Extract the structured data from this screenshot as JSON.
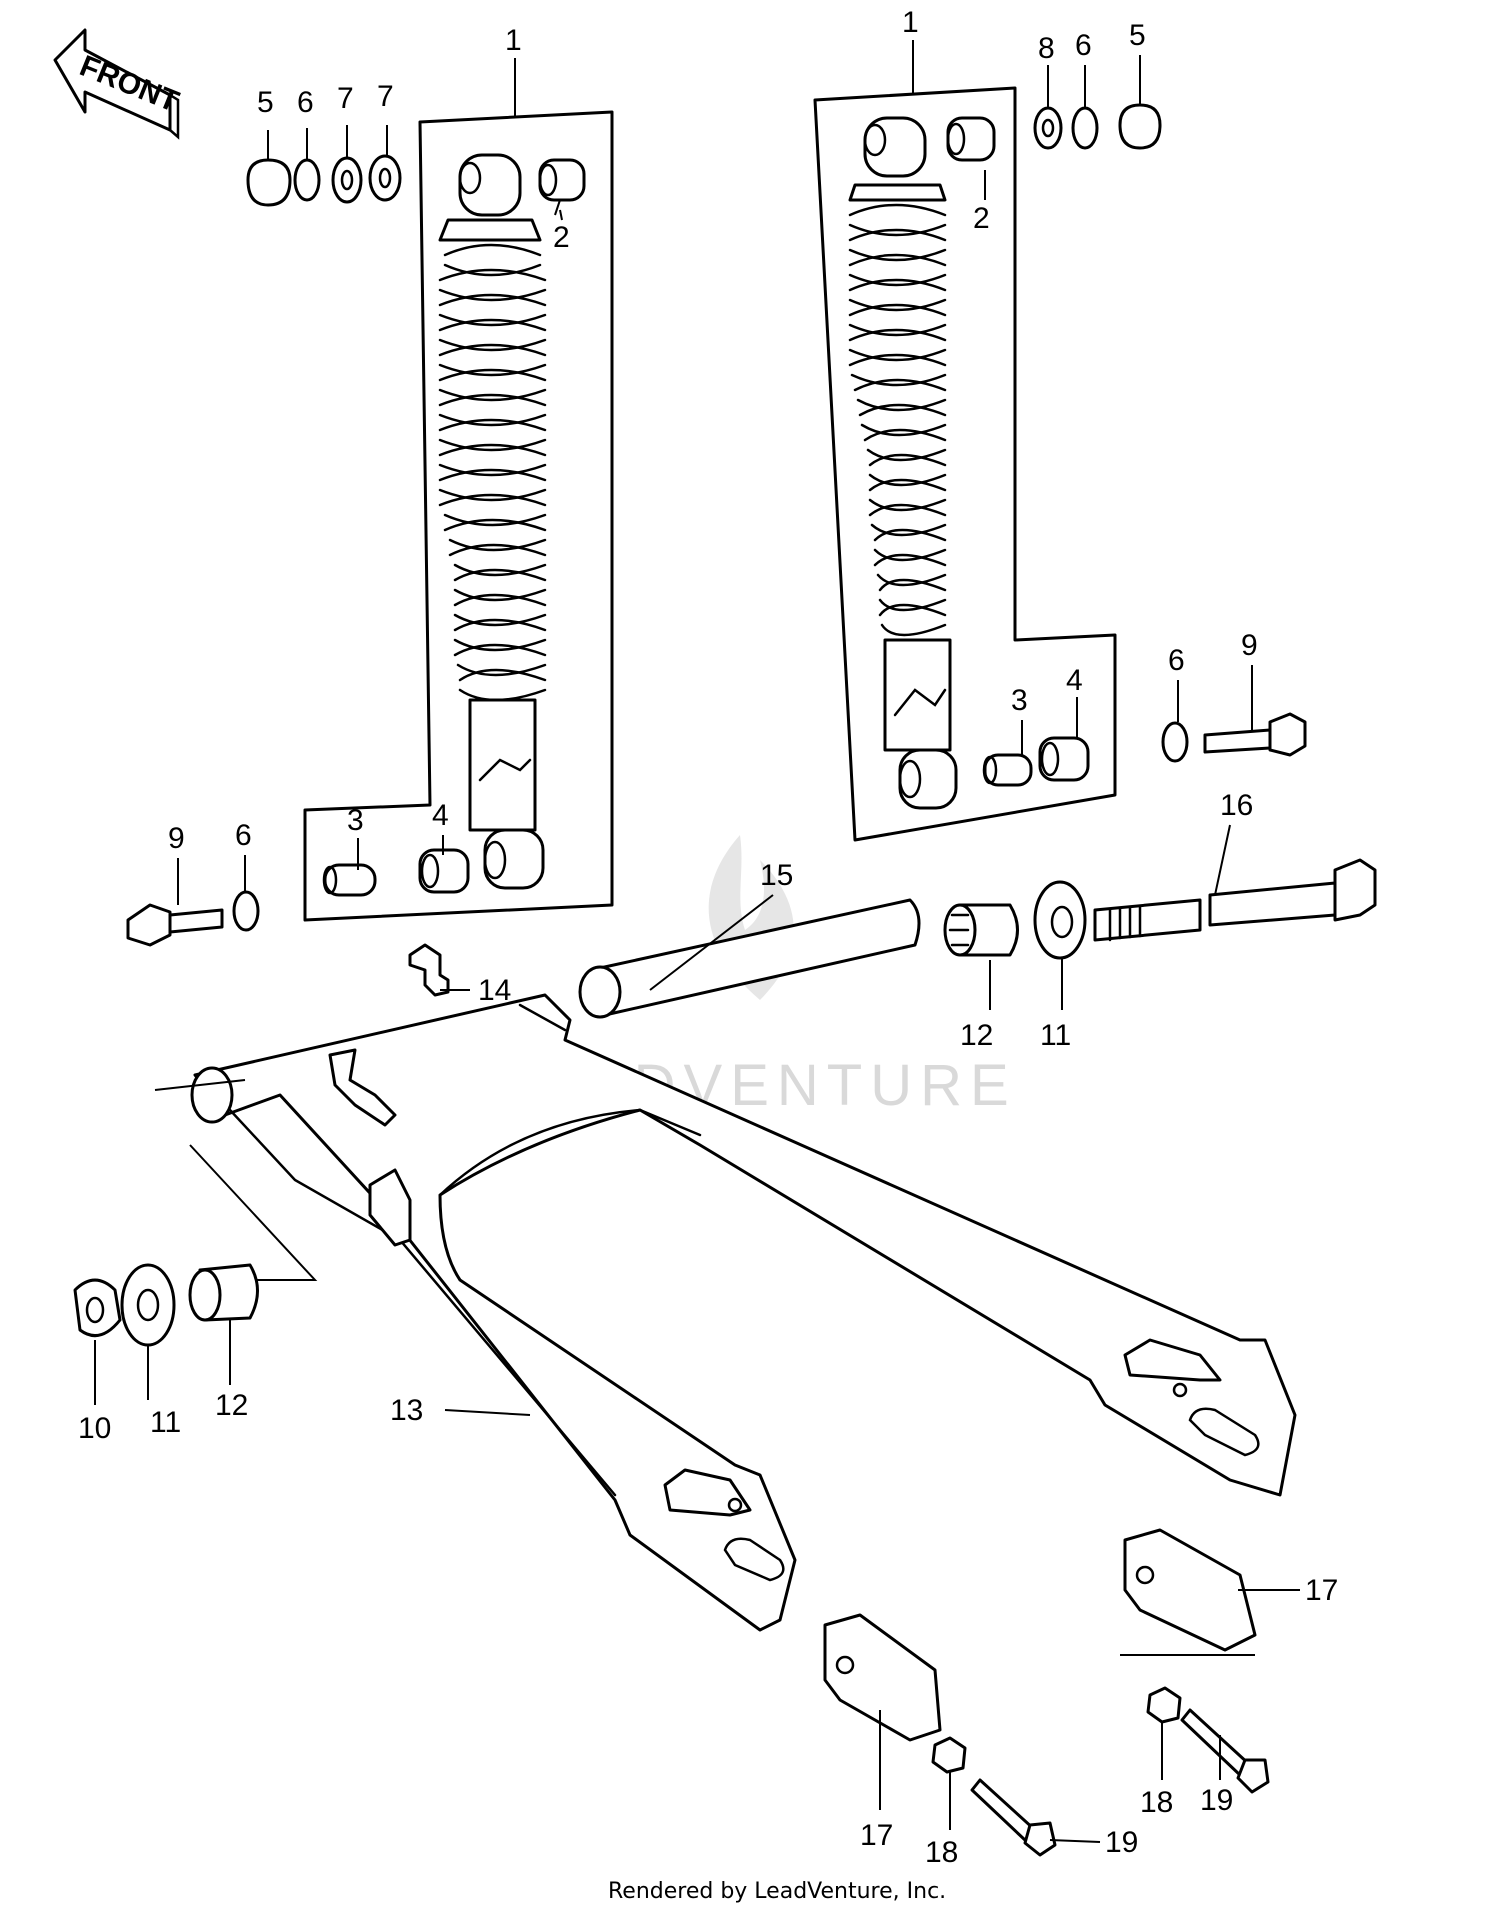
{
  "orientation_label": "FRONT",
  "watermark_text": "LEADVENTURE",
  "footer_text": "Rendered by LeadVenture, Inc.",
  "callouts": [
    {
      "id": "c1a",
      "number": "1"
    },
    {
      "id": "c1b",
      "number": "1"
    },
    {
      "id": "c2a",
      "number": "2"
    },
    {
      "id": "c2b",
      "number": "2"
    },
    {
      "id": "c3a",
      "number": "3"
    },
    {
      "id": "c3b",
      "number": "3"
    },
    {
      "id": "c4a",
      "number": "4"
    },
    {
      "id": "c4b",
      "number": "4"
    },
    {
      "id": "c5a",
      "number": "5"
    },
    {
      "id": "c5b",
      "number": "5"
    },
    {
      "id": "c6a",
      "number": "6"
    },
    {
      "id": "c6b",
      "number": "6"
    },
    {
      "id": "c6c",
      "number": "6"
    },
    {
      "id": "c6d",
      "number": "6"
    },
    {
      "id": "c7a",
      "number": "7"
    },
    {
      "id": "c7b",
      "number": "7"
    },
    {
      "id": "c8",
      "number": "8"
    },
    {
      "id": "c9a",
      "number": "9"
    },
    {
      "id": "c9b",
      "number": "9"
    },
    {
      "id": "c10",
      "number": "10"
    },
    {
      "id": "c11a",
      "number": "11"
    },
    {
      "id": "c11b",
      "number": "11"
    },
    {
      "id": "c12a",
      "number": "12"
    },
    {
      "id": "c12b",
      "number": "12"
    },
    {
      "id": "c13",
      "number": "13"
    },
    {
      "id": "c14",
      "number": "14"
    },
    {
      "id": "c15",
      "number": "15"
    },
    {
      "id": "c16",
      "number": "16"
    },
    {
      "id": "c17a",
      "number": "17"
    },
    {
      "id": "c17b",
      "number": "17"
    },
    {
      "id": "c18a",
      "number": "18"
    },
    {
      "id": "c18b",
      "number": "18"
    },
    {
      "id": "c19a",
      "number": "19"
    },
    {
      "id": "c19b",
      "number": "19"
    }
  ],
  "colors": {
    "ink": "#000000",
    "paper": "#ffffff",
    "watermark": "#d9d9d9"
  }
}
